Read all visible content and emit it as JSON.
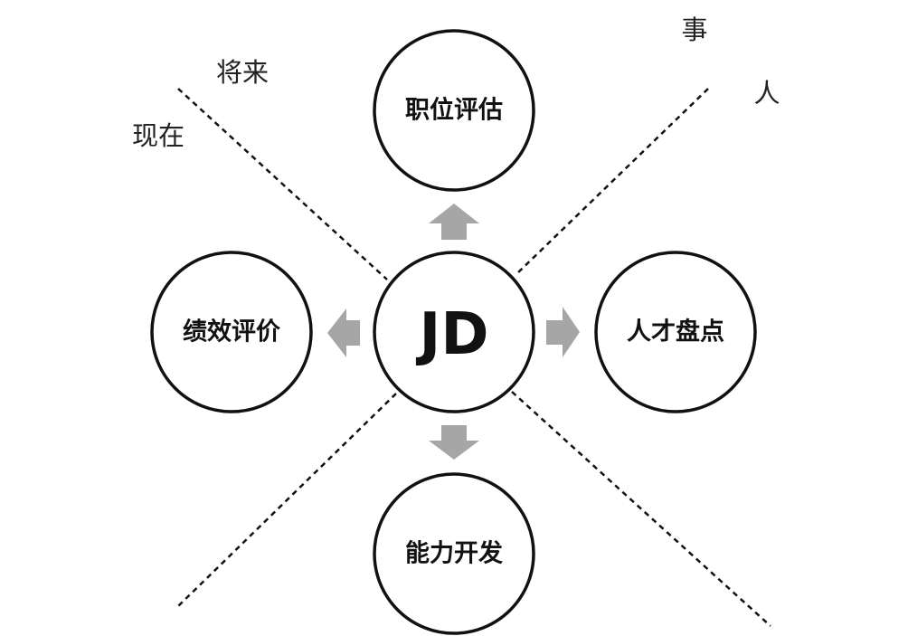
{
  "diagram": {
    "center": {
      "label": "JD"
    },
    "nodes": {
      "top": {
        "label": "职位评估"
      },
      "left": {
        "label": "绩效评价"
      },
      "right": {
        "label": "人才盘点"
      },
      "bottom": {
        "label": "能力开发"
      }
    },
    "axis_labels": {
      "future": "将来",
      "present": "现在",
      "matter": "事",
      "people": "人"
    },
    "colors": {
      "stroke": "#111111",
      "arrow": "#a6a6a6",
      "text": "#111111"
    }
  }
}
